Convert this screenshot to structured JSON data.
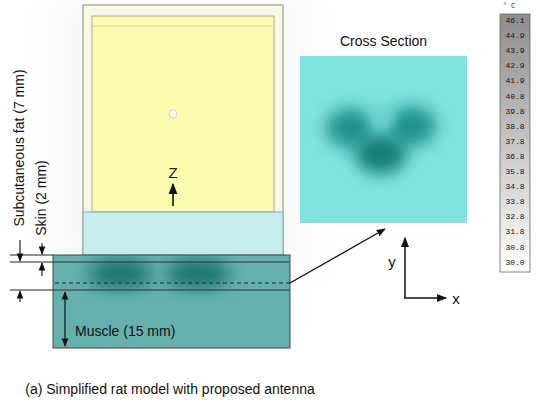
{
  "diagram": {
    "caption": "(a) Simplified rat model with proposed antenna",
    "nodes": [
      {
        "text": [
          "Muscle (15 mm)"
        ]
      },
      {
        "text": [
          "Cross Section"
        ]
      }
    ],
    "labels": [
      "Subcutaneous fat (7 mm)",
      "Skin (2 mm)",
      "Z",
      "y",
      "x",
      "° C",
      "46.1",
      "44.9",
      "43.9",
      "42.9",
      "41.9",
      "40.8",
      "39.8",
      "38.8",
      "37.8",
      "36.8",
      "35.8",
      "34.8",
      "33.8",
      "32.8",
      "31.8",
      "30.8",
      "30.0"
    ]
  }
}
